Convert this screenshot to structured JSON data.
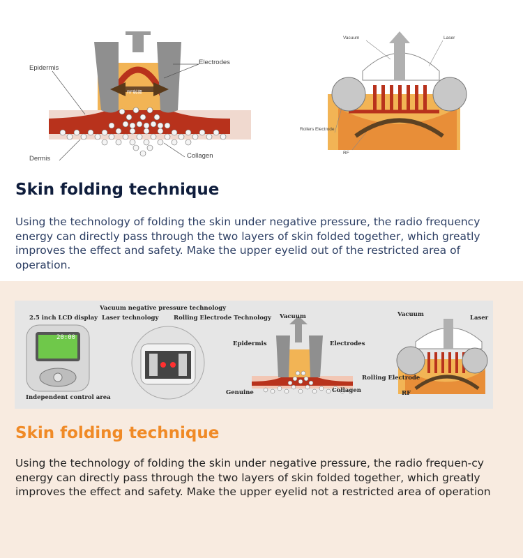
{
  "top_section": {
    "diagram_left": {
      "labels": {
        "epidermis": "Epidermis",
        "electrodes": "Electrodes",
        "dermis": "Dermis",
        "collagen": "Collagen",
        "rf_caption": "RF射频"
      }
    },
    "diagram_right": {
      "labels": {
        "vacuum": "Vacuum",
        "laser": "Laser",
        "rollers_electrode": "Rollers Electrode",
        "rf": "RF"
      }
    },
    "title": "Skin folding technique",
    "body": "Using the technology of folding the skin under negative pressure, the radio frequency energy can directly pass through the two layers of skin folded together, which greatly improves the effect and safety. Make the upper eyelid out of the restricted area of operation."
  },
  "bottom_section": {
    "strip": {
      "lcd_label": "2.5 inch LCD display",
      "lcd_value": "20:00",
      "control_label": "Independent control area",
      "vacuum_tech_label": "Vacuum negative pressure technology",
      "laser_tech_label": "Laser technology",
      "rolling_tech_label": "Rolling Electrode Technology",
      "mid_vacuum": "Vacuum",
      "mid_epidermis": "Epidermis",
      "mid_electrodes": "Electrodes",
      "mid_genuine": "Genuine",
      "mid_collagen": "Collagen",
      "right_vacuum": "Vacuum",
      "right_laser": "Laser",
      "right_rolling": "Rolling Electrode",
      "right_rf": "RF"
    },
    "title": "Skin folding technique",
    "body": "Using the technology of folding the skin under negative pressure, the radio frequen-cy energy can directly pass through the two layers of skin folded together, which greatly improves the effect and safety. Make the upper eyelid not a restricted area of operation"
  },
  "colors": {
    "title_dark": "#0f1d3c",
    "title_orange": "#f08a26",
    "section_bg": "#f8ebe0",
    "skin_orange": "#f2b455",
    "dermis_red": "#b8321c"
  }
}
